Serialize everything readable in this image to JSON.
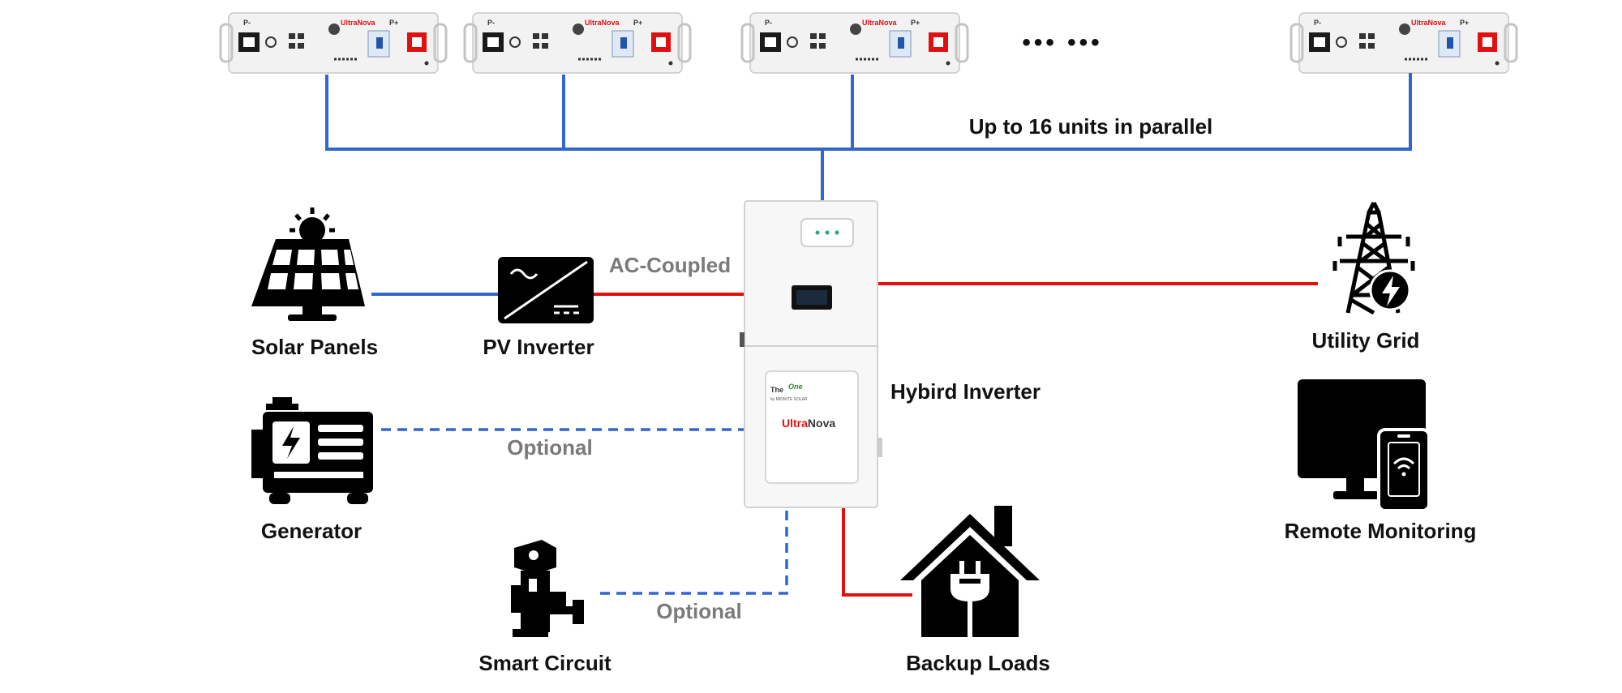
{
  "colors": {
    "dc_link": "#3366cc",
    "ac_link": "#e01010",
    "brand_red": "#e01010",
    "label": "#111111",
    "label_secondary": "#7a7a7a",
    "icon": "#000000"
  },
  "batteries": {
    "brand": "UltraNova",
    "neg_terminal": "P-",
    "pos_terminal": "P+",
    "ellipsis": "•••  •••",
    "parallel_label": "Up to 16 units in parallel"
  },
  "inverter": {
    "label": "Hybird Inverter",
    "brand_red": "Ultra",
    "brand_dark": "Nova",
    "logo_text_the": "The",
    "logo_text_one": "One",
    "logo_text_by": "by MIDNITE SOLAR"
  },
  "components": {
    "solar": "Solar Panels",
    "pv_inverter": "PV Inverter",
    "ac_coupled": "AC-Coupled",
    "generator": "Generator",
    "generator_link": "Optional",
    "smart_circuit": "Smart Circuit",
    "smart_circuit_link": "Optional",
    "backup_loads": "Backup Loads",
    "utility_grid": "Utility Grid",
    "remote_monitoring": "Remote Monitoring"
  },
  "icons": {
    "solar": "solar-panel-icon",
    "pv_inverter": "pv-inverter-icon",
    "generator": "generator-icon",
    "smart_circuit": "smart-circuit-icon",
    "backup_loads": "house-plug-icon",
    "utility_grid": "transmission-tower-icon",
    "remote_monitoring": "monitor-phone-icon"
  }
}
